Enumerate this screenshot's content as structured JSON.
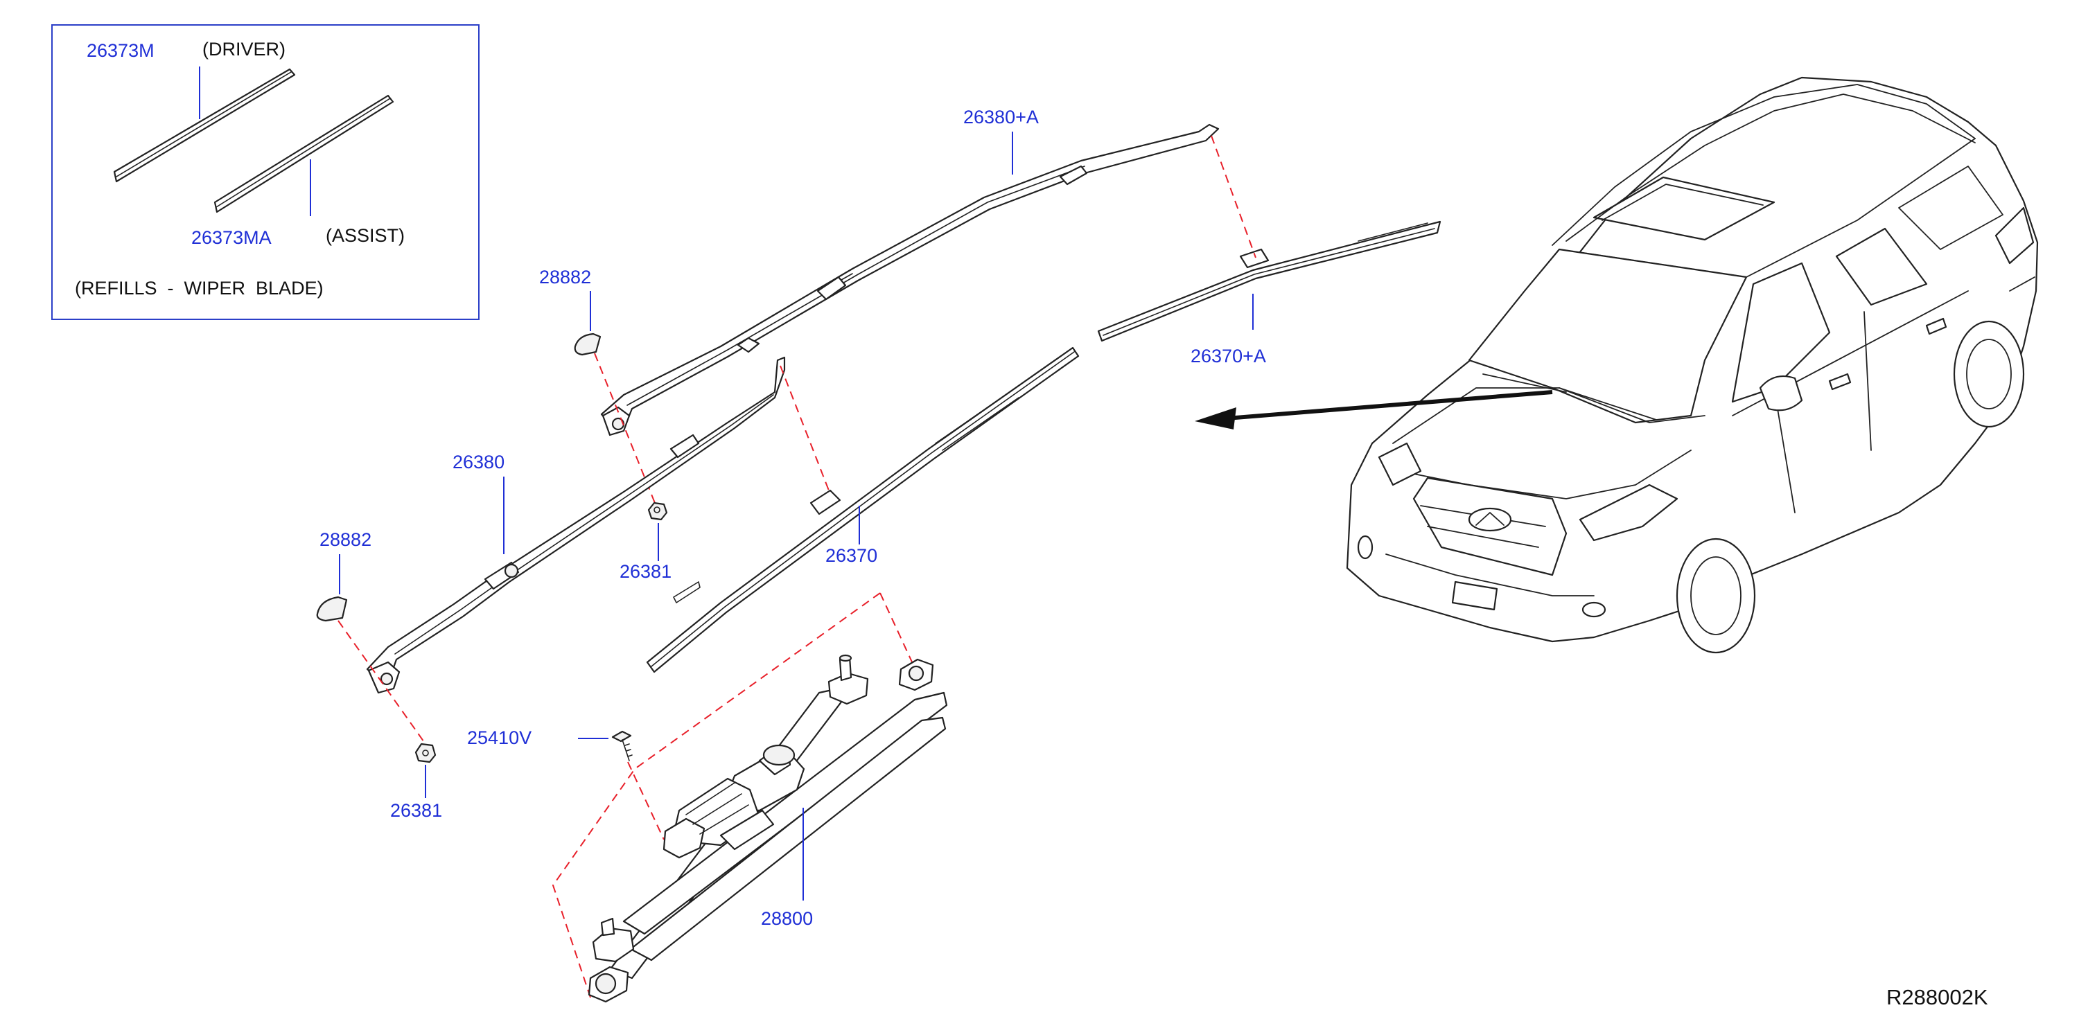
{
  "inset": {
    "driver_part": "26373M",
    "driver_text": "(DRIVER)",
    "assist_part": "26373MA",
    "assist_text": "(ASSIST)",
    "caption": "(REFILLS  -  WIPER  BLADE)"
  },
  "labels": {
    "arm_assist": "26380+A",
    "blade_assist": "26370+A",
    "cap_upper": "28882",
    "cap_lower": "28882",
    "arm_driver": "26380",
    "nut_upper": "26381",
    "nut_lower": "26381",
    "blade_driver": "26370",
    "bolt": "25410V",
    "linkage_motor": "28800"
  },
  "diagram_id": "R288002K",
  "colors": {
    "part_number": "#1f2fd6",
    "dashed_guide": "#e8202a",
    "line_art": "#222222"
  }
}
